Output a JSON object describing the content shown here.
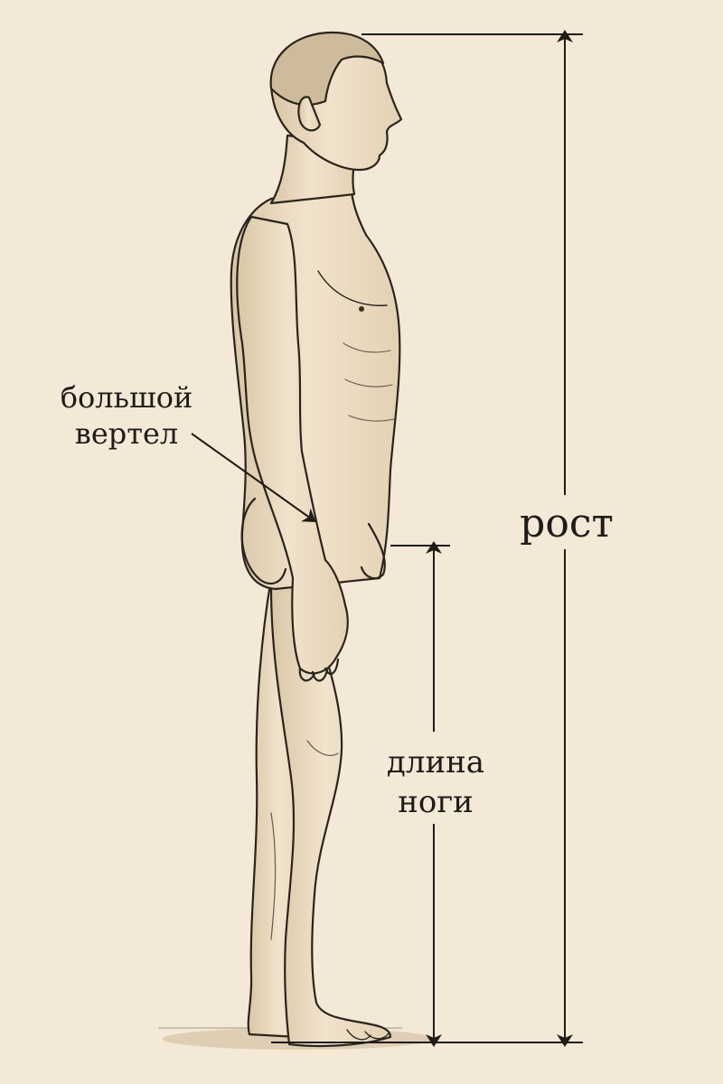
{
  "diagram": {
    "labels": {
      "trochanter": [
        "большой",
        "вертел"
      ],
      "height": "рост",
      "leg_length": [
        "длина",
        "ноги"
      ]
    },
    "colors": {
      "background": "#f4e8d6",
      "ink": "#1f1c17",
      "skin": "#efe0c8"
    }
  }
}
